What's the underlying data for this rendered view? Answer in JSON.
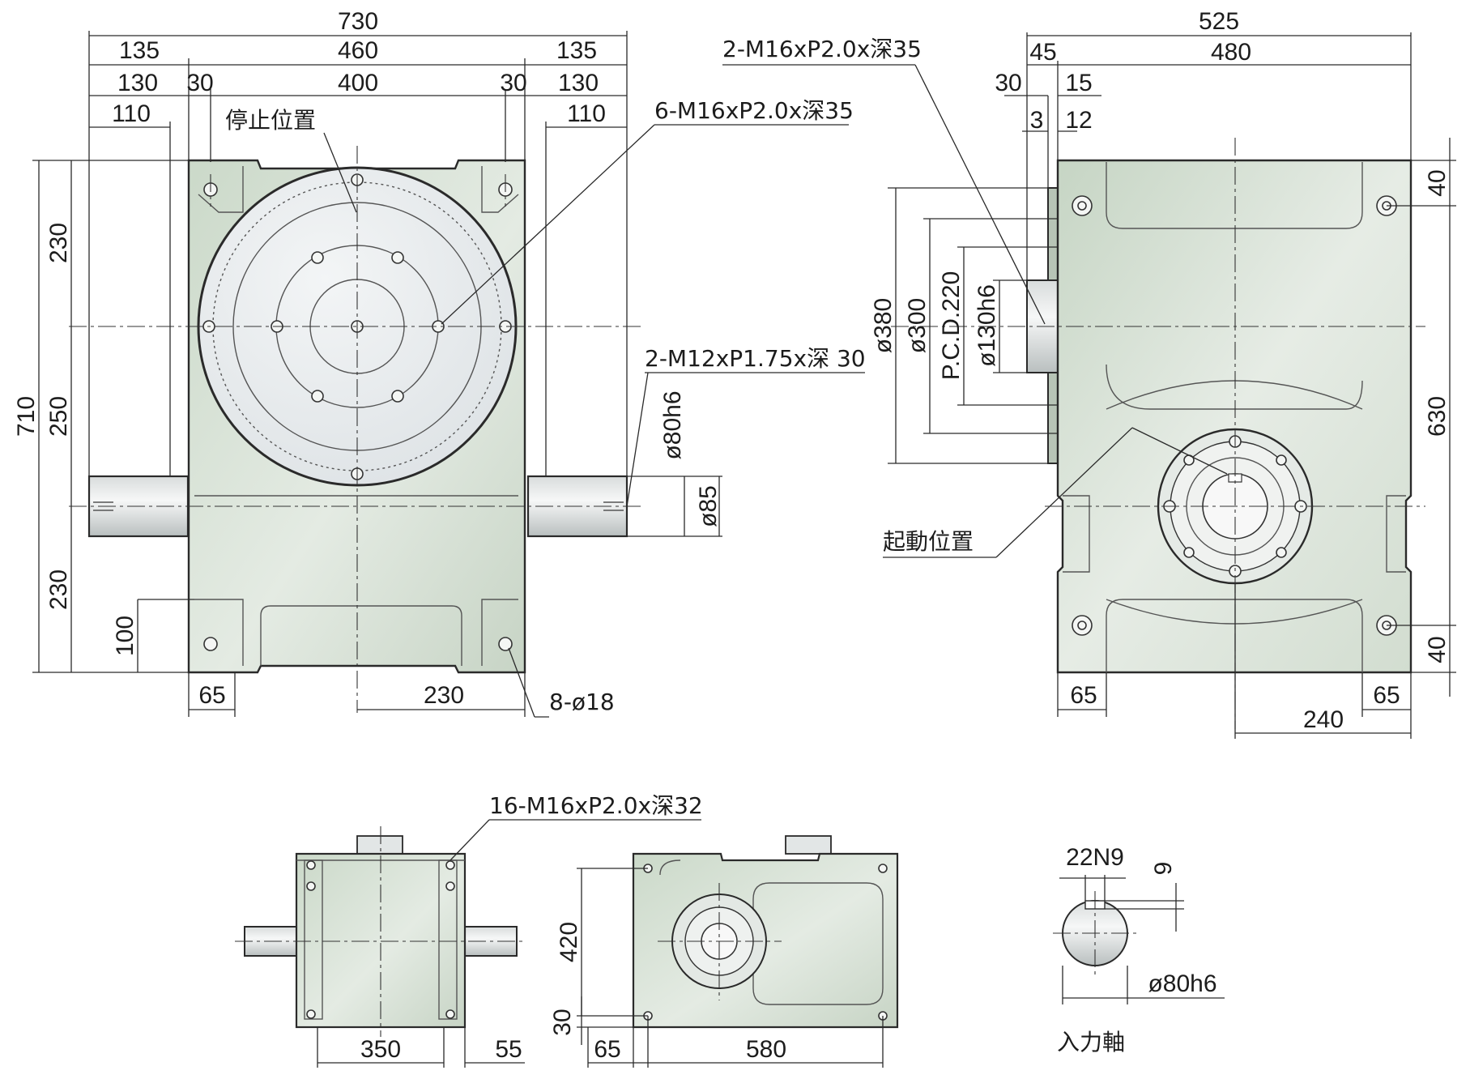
{
  "front_view": {
    "dims_top": [
      "730",
      "135",
      "460",
      "135",
      "130",
      "30",
      "400",
      "30",
      "130",
      "110",
      "110"
    ],
    "dims_left": [
      "710",
      "230",
      "250",
      "230",
      "100"
    ],
    "dims_bottom": [
      "65",
      "230"
    ],
    "dims_shaft": [
      "ø80h6",
      "ø85"
    ],
    "labels": {
      "stop_position": "停止位置",
      "thread_6": "6-M16xP2.0x深35",
      "thread_2_m12": "2-M12xP1.75x深 30",
      "holes_8": "8-ø18"
    }
  },
  "side_view": {
    "dims_top": [
      "525",
      "45",
      "480",
      "30",
      "15",
      "3",
      "12"
    ],
    "dims_right": [
      "40",
      "630",
      "40"
    ],
    "dims_bottom": [
      "65",
      "65",
      "240"
    ],
    "dims_flange": [
      "ø380",
      "ø300",
      "P.C.D.220",
      "ø130h6"
    ],
    "labels": {
      "thread_2_m16": "2-M16xP2.0x深35",
      "start_position": "起動位置"
    }
  },
  "bottom_view": {
    "label_thread_16": "16-M16xP2.0x深32",
    "dims_a": [
      "350",
      "55"
    ],
    "dims_b": [
      "420",
      "30",
      "65",
      "580"
    ]
  },
  "shaft_detail": {
    "key_width": "22N9",
    "key_depth": "9",
    "diameter": "ø80h6",
    "caption": "入力軸"
  },
  "colors": {
    "body_fill": "#d9e3d8",
    "table_fill": "#e9ecee",
    "line": "#2a2a2a"
  }
}
